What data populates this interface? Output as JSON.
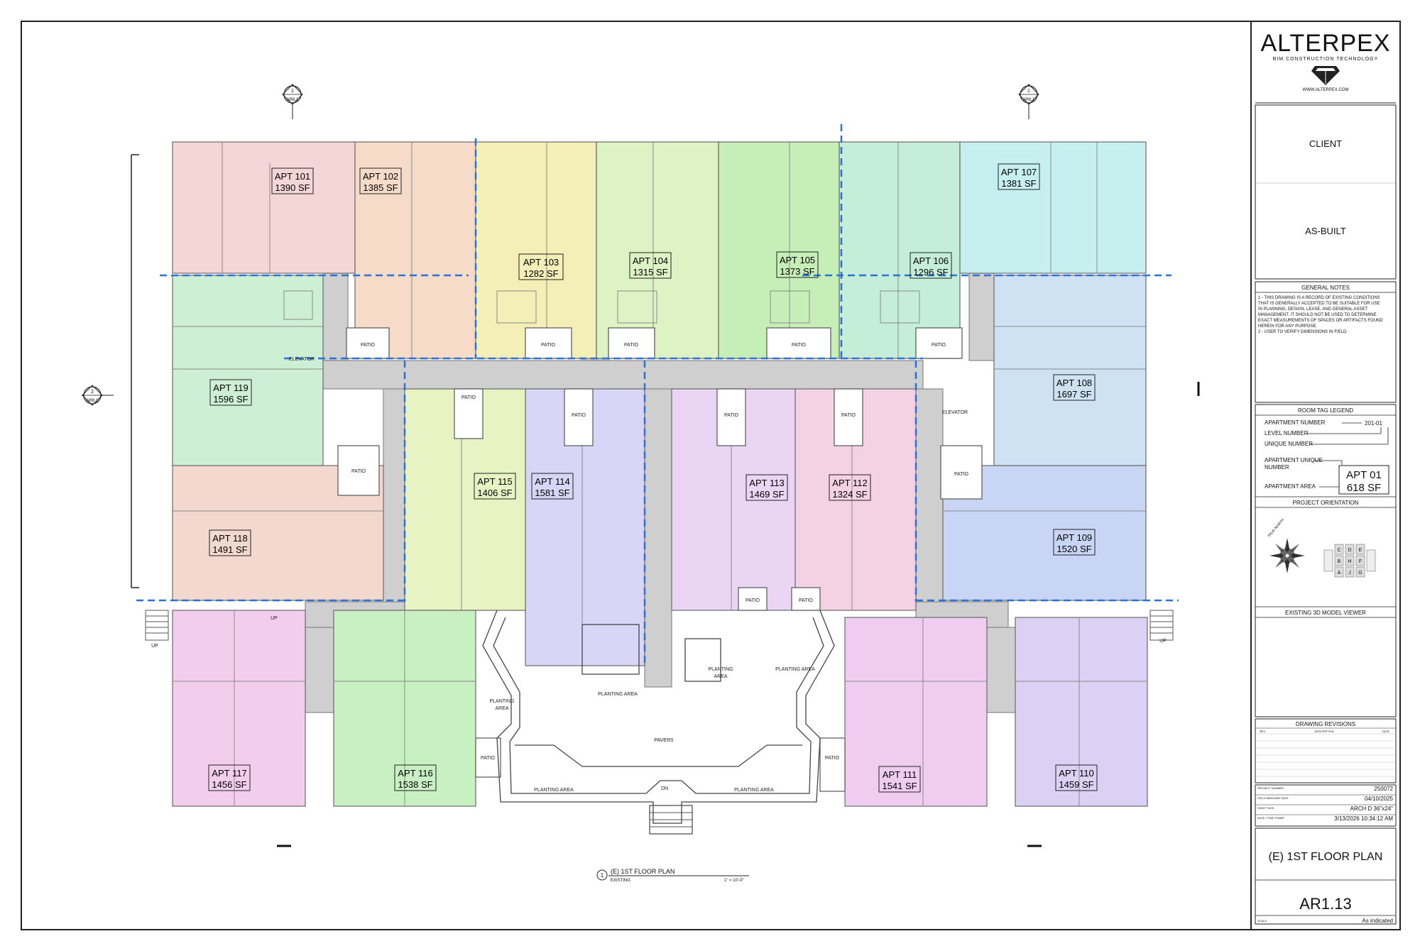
{
  "title_block": {
    "company": "ALTERPEX",
    "tagline": "BIM CONSTRUCTION TECHNOLOGY",
    "website": "WWW.ALTERPEX.COM",
    "client_label": "CLIENT",
    "status": "AS-BUILT",
    "general_notes_title": "GENERAL NOTES",
    "general_notes": [
      "1 - THIS DRAWING IS A RECORD OF EXISTING CONDITIONS",
      "THAT IS GENERALLY ACCEPTED TO BE SUITABLE FOR USE",
      "IN PLANNING, DESIGN, LEASE, AND GENERAL ASSET",
      "MANAGEMENT. IT SHOULD NOT BE USED TO DETERMINE",
      "EXACT MEASUREMENTS OF SPACES OR ARTIFACTS FOUND",
      "HEREIN FOR ANY PURPOSE.",
      "2 - USER TO VERIFY DIMENSIONS IN FIELD."
    ],
    "legend_title": "ROOM TAG LEGEND",
    "legend_apartment_number": "APARTMENT NUMBER",
    "legend_level_number": "LEVEL NUMBER",
    "legend_unique_number": "UNIQUE NUMBER",
    "legend_example_number": "201-01",
    "legend_apartment_unique": "APARTMENT UNIQUE",
    "legend_number": "NUMBER",
    "legend_apartment_area": "APARTMENT AREA",
    "legend_tag_name": "APT 01",
    "legend_tag_area": "618 SF",
    "orientation_title": "PROJECT ORIENTATION",
    "true_north": "TRUE NORTH",
    "key_letters": [
      "C",
      "D",
      "E",
      "B",
      "H",
      "F",
      "A",
      "J",
      "G"
    ],
    "model_viewer": "EXISTING 3D MODEL VIEWER",
    "revisions_title": "DRAWING REVISIONS",
    "rev_headers": [
      "REV",
      "DESCRIPTION",
      "DATE"
    ],
    "info_rows": [
      {
        "label": "PROJECT NUMBER",
        "value": "250072"
      },
      {
        "label": "FIELD MEASURE DATE",
        "value": "04/10/2025"
      },
      {
        "label": "SHEET SIZE",
        "value": "ARCH D 36\"x24\""
      },
      {
        "label": "DATE / TIME STAMP",
        "value": "3/13/2026 10:34:12 AM"
      }
    ],
    "sheet_title": "(E) 1ST FLOOR PLAN",
    "sheet_number": "AR1.13",
    "scale_label": "SCALE",
    "scale_value": "As indicated"
  },
  "plan": {
    "view_number": "1",
    "view_title": "(E) 1ST FLOOR PLAN",
    "view_subtitle": "EXISTING",
    "view_scale": "1\" = 10'-0\"",
    "section_markers": [
      {
        "num": "1",
        "sheet": "AR6.1"
      },
      {
        "num": "1",
        "sheet": "AR6.1"
      },
      {
        "num": "2",
        "sheet": "AR6.1"
      }
    ],
    "room_labels": {
      "patio": "PATIO",
      "elevator": "ELEVATOR",
      "planting": "PLANTING AREA",
      "planting_l1": "PLANTING",
      "planting_l2": "AREA",
      "pavers": "PAVERS",
      "up": "UP",
      "dn": "DN"
    },
    "apartments": [
      {
        "name": "APT 101",
        "area": "1390 SF",
        "color": "#f4d6d6"
      },
      {
        "name": "APT 102",
        "area": "1385 SF",
        "color": "#f6dcc8"
      },
      {
        "name": "APT 103",
        "area": "1282 SF",
        "color": "#f3efb6"
      },
      {
        "name": "APT 104",
        "area": "1315 SF",
        "color": "#def3c4"
      },
      {
        "name": "APT 105",
        "area": "1373 SF",
        "color": "#c6efb8"
      },
      {
        "name": "APT 106",
        "area": "1296 SF",
        "color": "#c5eed8"
      },
      {
        "name": "APT 107",
        "area": "1381 SF",
        "color": "#c6f0f0"
      },
      {
        "name": "APT 108",
        "area": "1697 SF",
        "color": "#cfe2f4"
      },
      {
        "name": "APT 109",
        "area": "1520 SF",
        "color": "#c9d5f4"
      },
      {
        "name": "APT 110",
        "area": "1459 SF",
        "color": "#dcd1f4"
      },
      {
        "name": "APT 111",
        "area": "1541 SF",
        "color": "#f0cdf0"
      },
      {
        "name": "APT 112",
        "area": "1324 SF",
        "color": "#f5d2e3"
      },
      {
        "name": "APT 113",
        "area": "1469 SF",
        "color": "#ead6f4"
      },
      {
        "name": "APT 114",
        "area": "1581 SF",
        "color": "#d9d5f6"
      },
      {
        "name": "APT 115",
        "area": "1406 SF",
        "color": "#e8f3c4"
      },
      {
        "name": "APT 116",
        "area": "1538 SF",
        "color": "#c8f0c2"
      },
      {
        "name": "APT 117",
        "area": "1456 SF",
        "color": "#f2cdec"
      },
      {
        "name": "APT 118",
        "area": "1491 SF",
        "color": "#f3d8cf"
      },
      {
        "name": "APT 119",
        "area": "1596 SF",
        "color": "#cdf0d4"
      }
    ]
  }
}
